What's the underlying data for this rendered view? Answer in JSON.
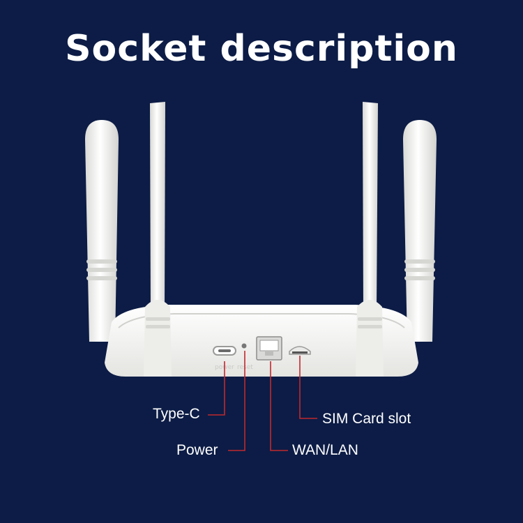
{
  "title": "Socket description",
  "device_markings": {
    "port_print_left": "power",
    "port_print_right": "reset"
  },
  "callouts": {
    "type_c": "Type-C",
    "power": "Power",
    "wan_lan": "WAN/LAN",
    "sim_card_slot": "SIM Card slot"
  },
  "colors": {
    "background": "#0c1c46",
    "device": "#f2f2f0",
    "callout_line": "#c0282d",
    "text": "#ffffff"
  }
}
